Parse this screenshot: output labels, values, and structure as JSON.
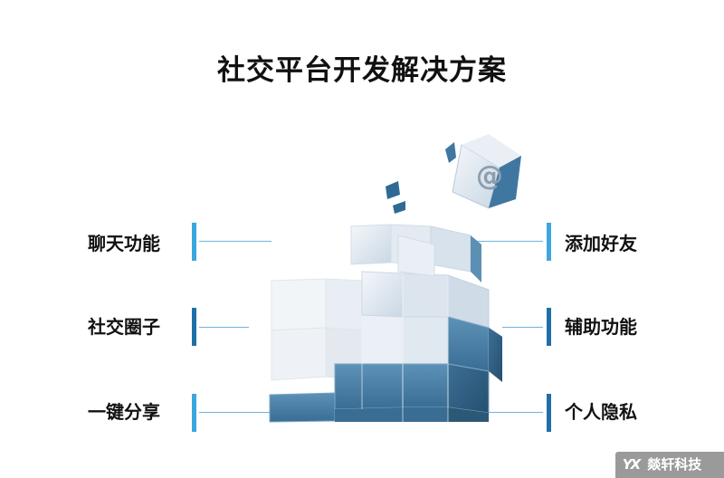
{
  "title": "社交平台开发解决方案",
  "features_left": [
    "聊天功能",
    "社交圈子",
    "一键分享"
  ],
  "features_right": [
    "添加好友",
    "辅助功能",
    "个人隐私"
  ],
  "watermark": {
    "logo_text": "YX",
    "brand": "燚轩科技"
  },
  "colors": {
    "accent_light": "#3ba7de",
    "accent_dark": "#1f6fa8",
    "cube_blue": "#4a7ea3",
    "cube_light": "#dfe8f1"
  },
  "icons": [
    "at-sign-icon",
    "cube-stack-icon"
  ]
}
